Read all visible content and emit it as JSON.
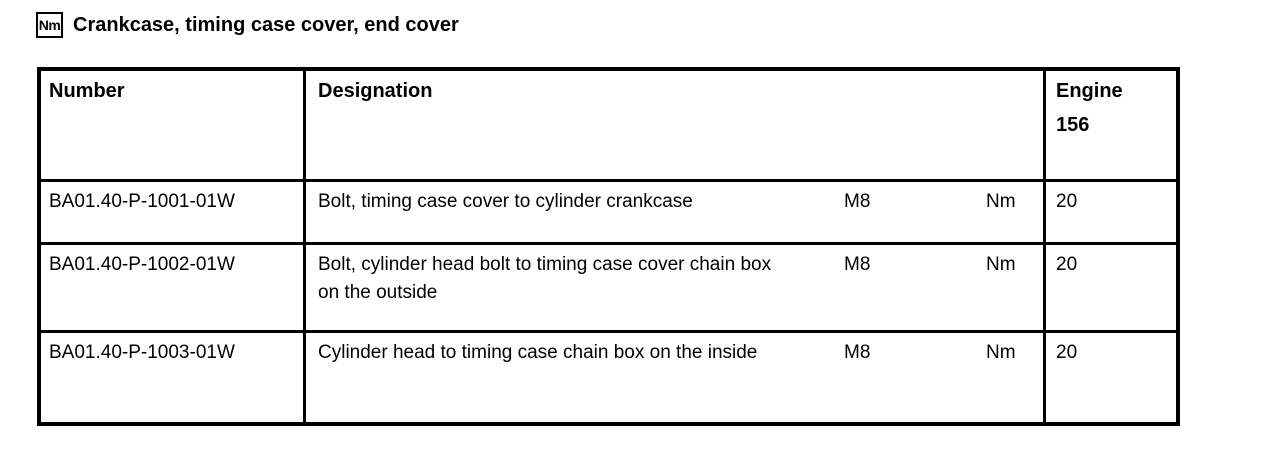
{
  "header": {
    "icon_label": "Nm",
    "title": "Crankcase, timing case cover, end cover"
  },
  "table": {
    "columns": {
      "number": "Number",
      "designation": "Designation",
      "engine_line1": "Engine",
      "engine_line2": "156"
    },
    "rows": [
      {
        "number": "BA01.40-P-1001-01W",
        "designation": "Bolt, timing case cover to cylinder crankcase",
        "size": "M8",
        "unit": "Nm",
        "engine_156": "20"
      },
      {
        "number": "BA01.40-P-1002-01W",
        "designation": "Bolt, cylinder head bolt to timing case cover chain box on the outside",
        "size": "M8",
        "unit": "Nm",
        "engine_156": "20"
      },
      {
        "number": "BA01.40-P-1003-01W",
        "designation": "Cylinder head to timing case chain box on the inside",
        "size": "M8",
        "unit": "Nm",
        "engine_156": "20"
      }
    ]
  },
  "colors": {
    "text": "#000000",
    "background": "#ffffff",
    "border": "#000000"
  }
}
